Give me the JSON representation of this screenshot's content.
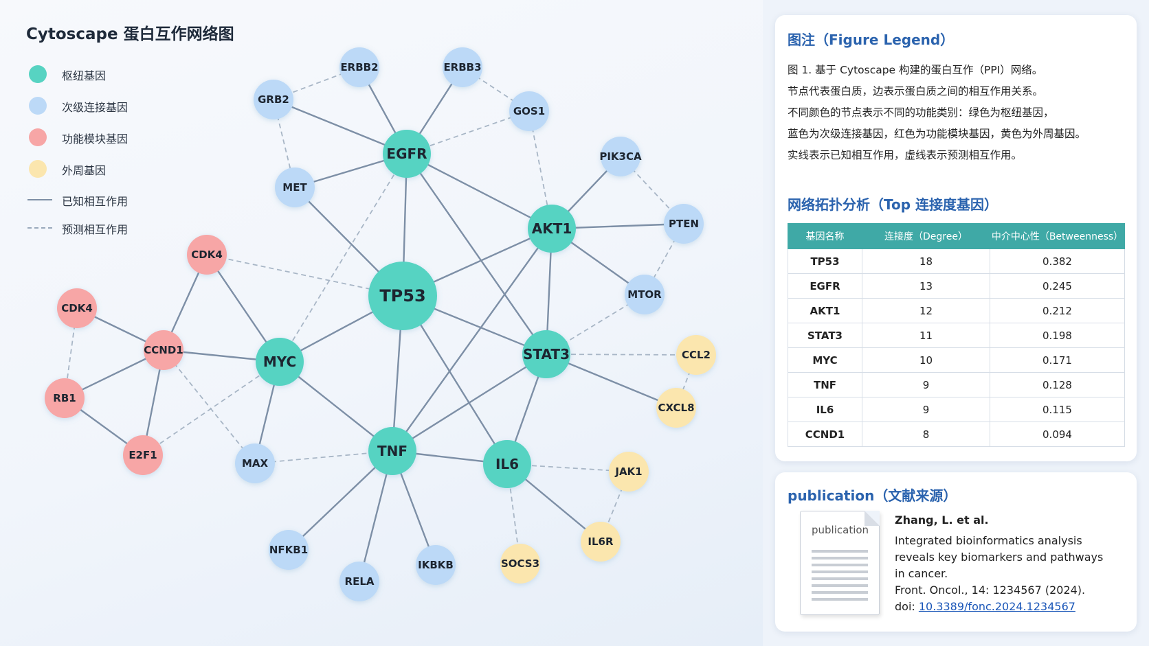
{
  "network": {
    "title": "Cytoscape 蛋白互作网络图",
    "legend": [
      {
        "type": "dot",
        "label": "枢纽基因",
        "color": "#57d3c2"
      },
      {
        "type": "dot",
        "label": "次级连接基因",
        "color": "#bcd9f7"
      },
      {
        "type": "dot",
        "label": "功能模块基因",
        "color": "#f7a6a6"
      },
      {
        "type": "dot",
        "label": "外周基因",
        "color": "#fbe6ae"
      },
      {
        "type": "solid",
        "label": "已知相互作用",
        "color": "#7d8fa6"
      },
      {
        "type": "dashed",
        "label": "预测相互作用",
        "color": "#98a8bb"
      }
    ],
    "colors": {
      "hub": "#57d3c2",
      "secondary": "#bcd9f7",
      "module": "#f7a6a6",
      "peripheral": "#fbe6ae",
      "solid_edge": "#7d8fa6",
      "dashed_edge": "#a8b6c6"
    },
    "nodes": [
      {
        "id": "TP53",
        "category": "hub"
      },
      {
        "id": "EGFR",
        "category": "hub"
      },
      {
        "id": "AKT1",
        "category": "hub"
      },
      {
        "id": "STAT3",
        "category": "hub"
      },
      {
        "id": "MYC",
        "category": "hub"
      },
      {
        "id": "TNF",
        "category": "hub"
      },
      {
        "id": "IL6",
        "category": "hub"
      },
      {
        "id": "ERBB2",
        "category": "secondary"
      },
      {
        "id": "ERBB3",
        "category": "secondary"
      },
      {
        "id": "GRB2",
        "category": "secondary"
      },
      {
        "id": "GOS1",
        "category": "secondary"
      },
      {
        "id": "MET",
        "category": "secondary"
      },
      {
        "id": "PIK3CA",
        "category": "secondary"
      },
      {
        "id": "PTEN",
        "category": "secondary"
      },
      {
        "id": "MTOR",
        "category": "secondary"
      },
      {
        "id": "MAX",
        "category": "secondary"
      },
      {
        "id": "NFKB1",
        "category": "secondary"
      },
      {
        "id": "RELA",
        "category": "secondary"
      },
      {
        "id": "IKBKB",
        "category": "secondary"
      },
      {
        "id": "CDK4a",
        "label": "CDK4",
        "category": "module"
      },
      {
        "id": "CDK4b",
        "label": "CDK4",
        "category": "module"
      },
      {
        "id": "CCND1",
        "category": "module"
      },
      {
        "id": "RB1",
        "category": "module"
      },
      {
        "id": "E2F1",
        "category": "module"
      },
      {
        "id": "CCL2",
        "category": "peripheral"
      },
      {
        "id": "CXCL8",
        "category": "peripheral"
      },
      {
        "id": "JAK1",
        "category": "peripheral"
      },
      {
        "id": "IL6R",
        "category": "peripheral"
      },
      {
        "id": "SOCS3",
        "category": "peripheral"
      }
    ],
    "edges": [
      {
        "source": "TP53",
        "target": "EGFR",
        "style": "solid"
      },
      {
        "source": "TP53",
        "target": "AKT1",
        "style": "solid"
      },
      {
        "source": "TP53",
        "target": "STAT3",
        "style": "solid"
      },
      {
        "source": "TP53",
        "target": "MYC",
        "style": "solid"
      },
      {
        "source": "TP53",
        "target": "TNF",
        "style": "solid"
      },
      {
        "source": "TP53",
        "target": "IL6",
        "style": "solid"
      },
      {
        "source": "TP53",
        "target": "MET",
        "style": "solid"
      },
      {
        "source": "TP53",
        "target": "CDK4a",
        "style": "dashed"
      },
      {
        "source": "EGFR",
        "target": "ERBB2",
        "style": "solid"
      },
      {
        "source": "EGFR",
        "target": "ERBB3",
        "style": "solid"
      },
      {
        "source": "EGFR",
        "target": "GRB2",
        "style": "solid"
      },
      {
        "source": "EGFR",
        "target": "MET",
        "style": "solid"
      },
      {
        "source": "EGFR",
        "target": "AKT1",
        "style": "solid"
      },
      {
        "source": "EGFR",
        "target": "STAT3",
        "style": "solid"
      },
      {
        "source": "EGFR",
        "target": "GOS1",
        "style": "dashed"
      },
      {
        "source": "EGFR",
        "target": "MYC",
        "style": "dashed"
      },
      {
        "source": "ERBB2",
        "target": "GRB2",
        "style": "dashed"
      },
      {
        "source": "ERBB3",
        "target": "GOS1",
        "style": "dashed"
      },
      {
        "source": "GRB2",
        "target": "MET",
        "style": "dashed"
      },
      {
        "source": "GOS1",
        "target": "AKT1",
        "style": "dashed"
      },
      {
        "source": "AKT1",
        "target": "PIK3CA",
        "style": "solid"
      },
      {
        "source": "AKT1",
        "target": "PTEN",
        "style": "solid"
      },
      {
        "source": "AKT1",
        "target": "MTOR",
        "style": "solid"
      },
      {
        "source": "AKT1",
        "target": "STAT3",
        "style": "solid"
      },
      {
        "source": "AKT1",
        "target": "TNF",
        "style": "solid"
      },
      {
        "source": "PIK3CA",
        "target": "PTEN",
        "style": "dashed"
      },
      {
        "source": "PTEN",
        "target": "MTOR",
        "style": "dashed"
      },
      {
        "source": "MTOR",
        "target": "STAT3",
        "style": "dashed"
      },
      {
        "source": "STAT3",
        "target": "CCL2",
        "style": "dashed"
      },
      {
        "source": "STAT3",
        "target": "CXCL8",
        "style": "solid"
      },
      {
        "source": "STAT3",
        "target": "TNF",
        "style": "solid"
      },
      {
        "source": "STAT3",
        "target": "IL6",
        "style": "solid"
      },
      {
        "source": "CCL2",
        "target": "CXCL8",
        "style": "dashed"
      },
      {
        "source": "MYC",
        "target": "CCND1",
        "style": "solid"
      },
      {
        "source": "MYC",
        "target": "CDK4a",
        "style": "solid"
      },
      {
        "source": "MYC",
        "target": "MAX",
        "style": "solid"
      },
      {
        "source": "MYC",
        "target": "TNF",
        "style": "solid"
      },
      {
        "source": "MYC",
        "target": "E2F1",
        "style": "dashed"
      },
      {
        "source": "CDK4a",
        "target": "CCND1",
        "style": "solid"
      },
      {
        "source": "CDK4b",
        "target": "CCND1",
        "style": "solid"
      },
      {
        "source": "CDK4b",
        "target": "RB1",
        "style": "dashed"
      },
      {
        "source": "CCND1",
        "target": "RB1",
        "style": "solid"
      },
      {
        "source": "CCND1",
        "target": "E2F1",
        "style": "solid"
      },
      {
        "source": "CCND1",
        "target": "MAX",
        "style": "dashed"
      },
      {
        "source": "RB1",
        "target": "E2F1",
        "style": "solid"
      },
      {
        "source": "MAX",
        "target": "TNF",
        "style": "dashed"
      },
      {
        "source": "TNF",
        "target": "IL6",
        "style": "solid"
      },
      {
        "source": "TNF",
        "target": "NFKB1",
        "style": "solid"
      },
      {
        "source": "TNF",
        "target": "RELA",
        "style": "solid"
      },
      {
        "source": "TNF",
        "target": "IKBKB",
        "style": "solid"
      },
      {
        "source": "IL6",
        "target": "JAK1",
        "style": "dashed"
      },
      {
        "source": "IL6",
        "target": "IL6R",
        "style": "solid"
      },
      {
        "source": "IL6",
        "target": "SOCS3",
        "style": "dashed"
      },
      {
        "source": "JAK1",
        "target": "IL6R",
        "style": "dashed"
      }
    ]
  },
  "figure_legend": {
    "heading": "图注（Figure Legend）",
    "lines": [
      "图 1. 基于 Cytoscape 构建的蛋白互作（PPI）网络。",
      "节点代表蛋白质，边表示蛋白质之间的相互作用关系。",
      "不同颜色的节点表示不同的功能类别：绿色为枢纽基因，",
      "蓝色为次级连接基因，红色为功能模块基因，黄色为外周基因。",
      "实线表示已知相互作用，虚线表示预测相互作用。"
    ]
  },
  "topology": {
    "heading": "网络拓扑分析（Top 连接度基因）",
    "columns": [
      "基因名称",
      "连接度（Degree）",
      "中介中心性（Betweenness）"
    ],
    "rows": [
      {
        "gene": "TP53",
        "degree": "18",
        "betweenness": "0.382"
      },
      {
        "gene": "EGFR",
        "degree": "13",
        "betweenness": "0.245"
      },
      {
        "gene": "AKT1",
        "degree": "12",
        "betweenness": "0.212"
      },
      {
        "gene": "STAT3",
        "degree": "11",
        "betweenness": "0.198"
      },
      {
        "gene": "MYC",
        "degree": "10",
        "betweenness": "0.171"
      },
      {
        "gene": "TNF",
        "degree": "9",
        "betweenness": "0.128"
      },
      {
        "gene": "IL6",
        "degree": "9",
        "betweenness": "0.115"
      },
      {
        "gene": "CCND1",
        "degree": "8",
        "betweenness": "0.094"
      }
    ]
  },
  "publication": {
    "heading": "publication（文献来源）",
    "doc_label": "publication",
    "authors": "Zhang, L. et al.",
    "title_lines": [
      "Integrated bioinformatics analysis",
      "reveals key biomarkers and pathways",
      "in cancer."
    ],
    "journal": "Front. Oncol., 14: 1234567 (2024).",
    "doi_prefix": "doi: ",
    "doi": "10.3389/fonc.2024.1234567"
  }
}
